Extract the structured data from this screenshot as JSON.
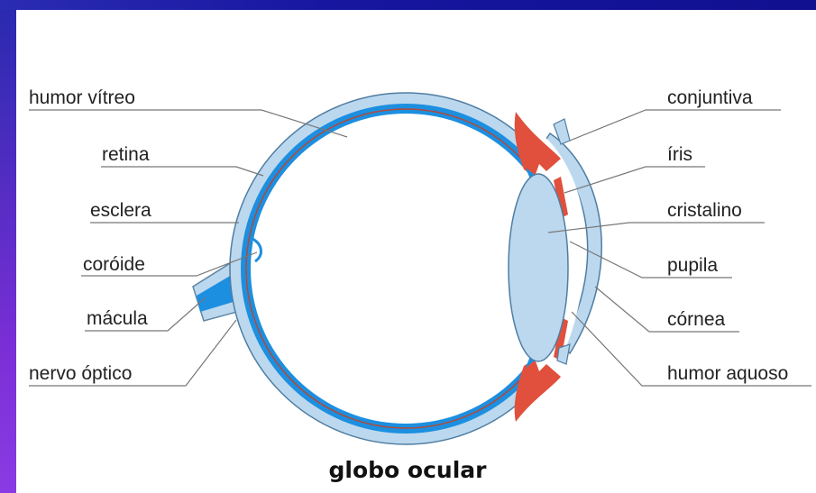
{
  "title": "globo ocular",
  "labels_left": {
    "humor_vitreo": "humor vítreo",
    "retina": "retina",
    "esclera": "esclera",
    "coroide": "coróide",
    "macula": "mácula",
    "nervo_optico": "nervo óptico"
  },
  "labels_right": {
    "conjuntiva": "conjuntiva",
    "iris": "íris",
    "cristalino": "cristalino",
    "pupila": "pupila",
    "cornea": "córnea",
    "humor_aquoso": "humor aquoso"
  },
  "colors": {
    "sclera": "#bcd8ee",
    "choroid_retina": "#1c8fe0",
    "iris": "#e0503c",
    "leader_line": "#777777",
    "frame": "#1a1aa6"
  }
}
